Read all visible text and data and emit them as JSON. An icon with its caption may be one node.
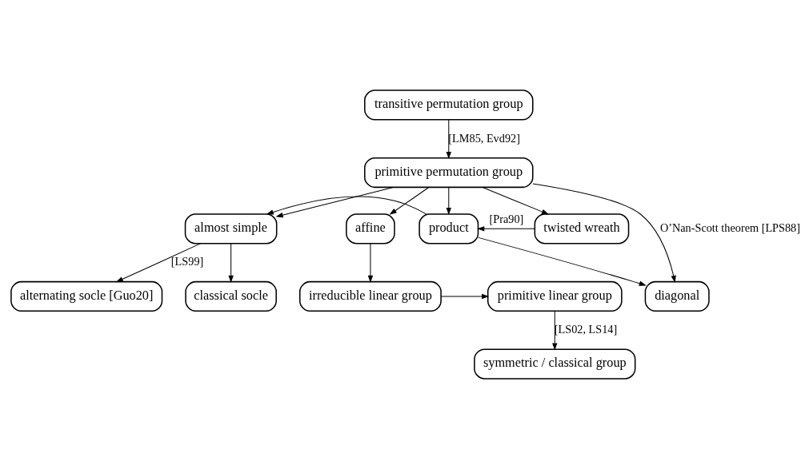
{
  "diagram": {
    "nodes": [
      {
        "text": [
          "transitive permutation group"
        ]
      },
      {
        "text": [
          "primitive permutation group"
        ]
      },
      {
        "text": [
          "almost simple"
        ]
      },
      {
        "text": [
          "affine"
        ]
      },
      {
        "text": [
          "product"
        ]
      },
      {
        "text": [
          "twisted wreath"
        ]
      },
      {
        "text": [
          "diagonal"
        ]
      },
      {
        "text": [
          "irreducible linear group"
        ]
      },
      {
        "text": [
          "primitive linear group"
        ]
      },
      {
        "text": [
          "alternating socle [Guo20]"
        ]
      },
      {
        "text": [
          "classical socle"
        ]
      },
      {
        "text": [
          "symmetric / classical group"
        ]
      }
    ],
    "edges": [
      {
        "from": 0,
        "to": 1,
        "arrow": "to",
        "label": "[LM85, Evd92]"
      },
      {
        "from": 1,
        "to": 2,
        "arrow": "to"
      },
      {
        "from": 1,
        "to": 3,
        "arrow": "to"
      },
      {
        "from": 1,
        "to": 6,
        "arrow": "to",
        "label": "O’Nan-Scott theorem [LPS88]"
      },
      {
        "from": 1,
        "to": 4,
        "arrow": "to"
      },
      {
        "from": 1,
        "to": 5,
        "arrow": "to"
      },
      {
        "from": 4,
        "to": 2,
        "arrow": "to"
      },
      {
        "from": 5,
        "to": 4,
        "arrow": "to",
        "label": "[Pra90]"
      },
      {
        "from": 4,
        "to": 6,
        "arrow": "to"
      },
      {
        "from": 3,
        "to": 7,
        "arrow": "to"
      },
      {
        "from": 7,
        "to": 8,
        "arrow": "to"
      },
      {
        "from": 8,
        "to": 11,
        "arrow": "to",
        "label": "[LS02, LS14]"
      },
      {
        "from": 2,
        "to": 9,
        "arrow": "to",
        "label": "[LS99]"
      },
      {
        "from": 2,
        "to": 10,
        "arrow": "to"
      }
    ]
  }
}
